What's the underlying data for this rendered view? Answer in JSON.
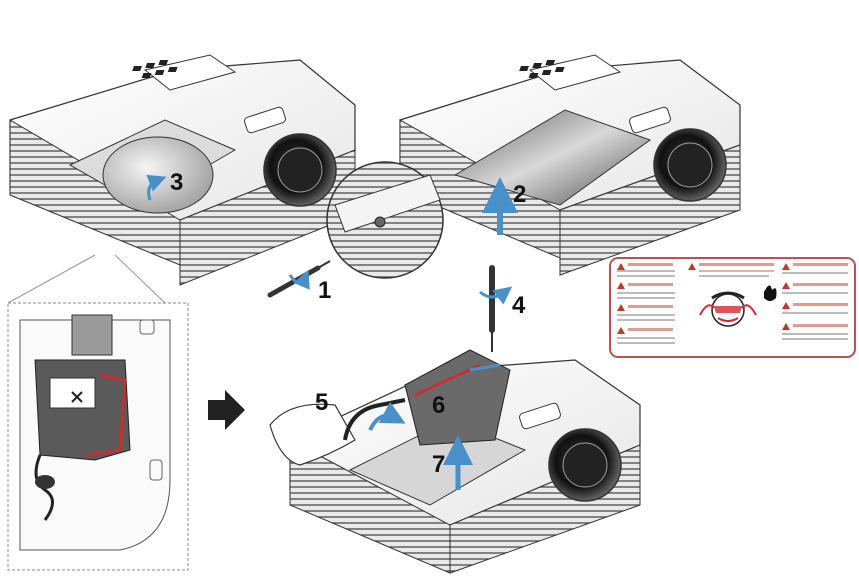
{
  "steps": {
    "step1": "1",
    "step2": "2",
    "step3": "3",
    "step4": "4",
    "step5": "5",
    "step6": "6",
    "step7": "7"
  },
  "icons": [
    "screwdriver-icon",
    "rotate-arrow-icon",
    "lift-arrow-icon",
    "next-step-arrow-icon",
    "caution-triangle-icon",
    "hot-lamp-icon"
  ],
  "colors": {
    "arrow_blue": "#4a90c8",
    "wire_red": "#d22a2a",
    "label_border": "#c0504d"
  }
}
